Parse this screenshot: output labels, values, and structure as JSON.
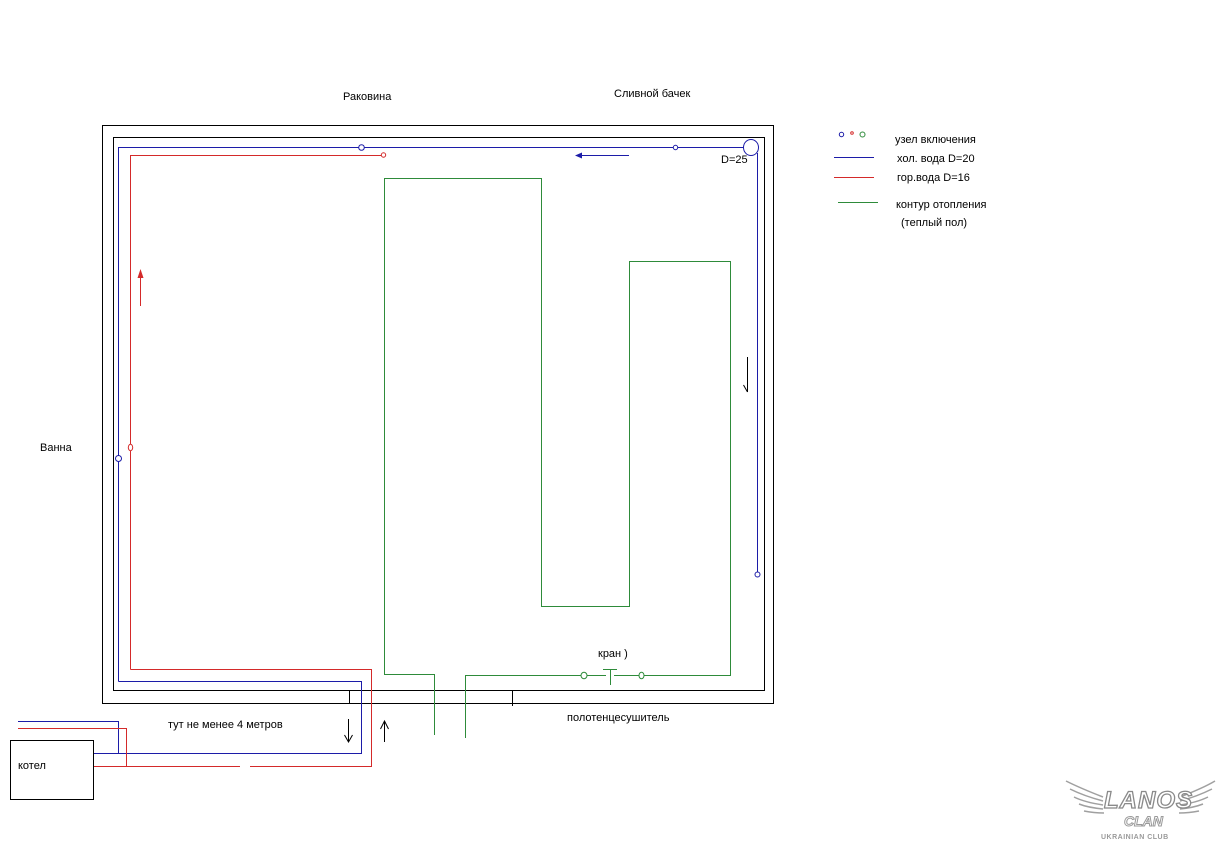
{
  "labels": {
    "sink": "Раковина",
    "cistern": "Сливной бачек",
    "bath": "Ванна",
    "diameter": "D=25",
    "valve": "кран )",
    "towel_dryer": "полотенцесушитель",
    "distance_note": "тут не менее 4 метров",
    "boiler": "котел"
  },
  "legend": {
    "junction": "узел включения",
    "cold": "хол. вода D=20",
    "hot": "гор.вода D=16",
    "heating": "контур отопления",
    "heating_sub": "(теплый пол)"
  },
  "logo": {
    "brand": "LANOS",
    "sub": "CLAN",
    "tagline": "UKRAINIAN CLUB"
  },
  "colors": {
    "cold_water": "#1c1ca8",
    "hot_water": "#d42a2a",
    "heating": "#2e8b3a",
    "walls": "#000000"
  }
}
